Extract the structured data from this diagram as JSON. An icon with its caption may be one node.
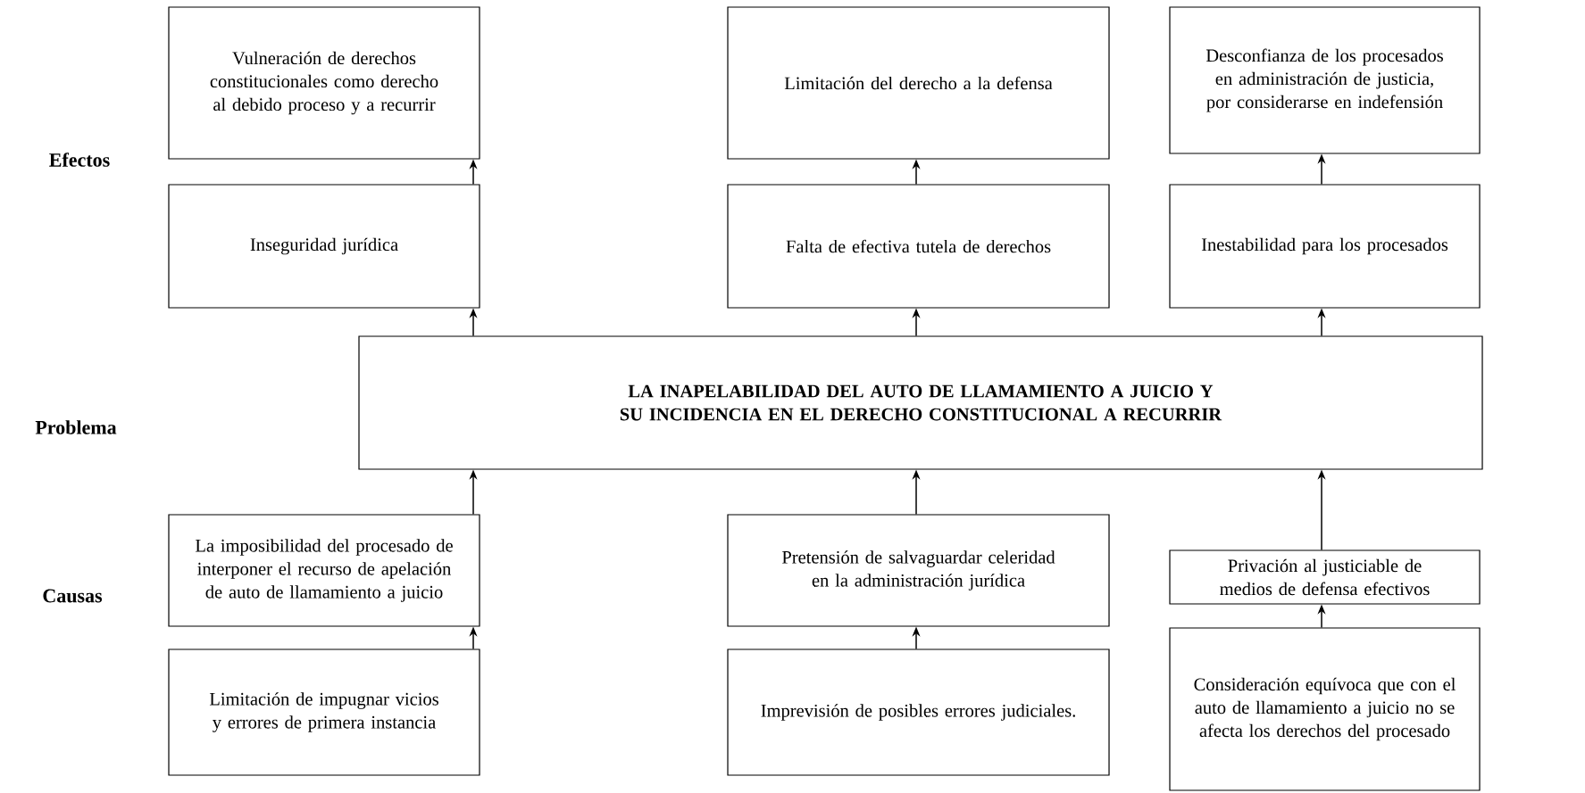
{
  "diagram": {
    "nodes": [
      {
        "text": [
          "Vulneración de derechos constitucionales como derecho al debido proceso y a recurrir"
        ]
      },
      {
        "text": [
          "Limitación del derecho a la defensa"
        ]
      },
      {
        "text": [
          "Desconfianza de los procesados en administración de justicia, por considerarse en indefensión"
        ]
      },
      {
        "text": [
          "Inseguridad jurídica"
        ]
      },
      {
        "text": [
          "Falta de efectiva tutela de derechos"
        ]
      },
      {
        "text": [
          "Inestabilidad para los procesados"
        ]
      },
      {
        "text": [
          "LA INAPELABILIDAD DEL AUTO DE LLAMAMIENTO A JUICIO Y SU INCIDENCIA EN EL DERECHO CONSTITUCIONAL A RECURRIR"
        ]
      },
      {
        "text": [
          "La imposibilidad del procesado de interponer el recurso de apelación de auto de llamamiento a juicio"
        ]
      },
      {
        "text": [
          "Pretensión de salvaguardar celeridad en la administración jurídica"
        ]
      },
      {
        "text": [
          "Privación al justiciable de medios de defensa efectivos"
        ]
      },
      {
        "text": [
          "Limitación de impugnar vicios y errores de primera instancia"
        ]
      },
      {
        "text": [
          "Imprevisión de posibles errores judiciales."
        ]
      },
      {
        "text": [
          "Consideración equívoca que con el auto de llamamiento a juicio no se afecta los derechos del procesado"
        ]
      }
    ],
    "edges": [
      {
        "from": 3,
        "to": 0,
        "arrow": "to"
      },
      {
        "from": 4,
        "to": 1,
        "arrow": "to"
      },
      {
        "from": 5,
        "to": 2,
        "arrow": "to"
      },
      {
        "from": 6,
        "to": 3,
        "arrow": "to"
      },
      {
        "from": 6,
        "to": 4,
        "arrow": "to"
      },
      {
        "from": 6,
        "to": 5,
        "arrow": "to"
      },
      {
        "from": 7,
        "to": 6,
        "arrow": "to"
      },
      {
        "from": 8,
        "to": 6,
        "arrow": "to"
      },
      {
        "from": 9,
        "to": 6,
        "arrow": "to"
      },
      {
        "from": 10,
        "to": 7,
        "arrow": "to"
      },
      {
        "from": 11,
        "to": 8,
        "arrow": "to"
      },
      {
        "from": 12,
        "to": 9,
        "arrow": "to"
      }
    ],
    "labels": [
      "Efectos",
      "Problema",
      "Causas"
    ]
  }
}
